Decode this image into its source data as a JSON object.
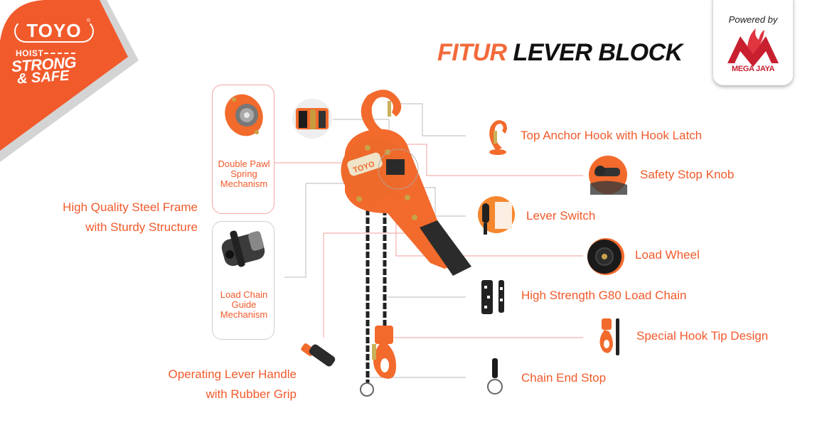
{
  "brand": {
    "logo_name": "TOYO",
    "logo_registered": "®",
    "logo_tag_line1": "HOIST",
    "logo_tag_line2": "STRONG",
    "logo_tag_line3": "& SAFE",
    "colors": {
      "orange": "#f15a2b",
      "light_gray": "#d4d4d4",
      "title_black": "#111111",
      "megajaya_red": "#c8202f"
    }
  },
  "powered_by": {
    "label": "Powered by",
    "company": "MEGA JAYA"
  },
  "title": {
    "highlight": "FITUR",
    "rest": "LEVER BLOCK"
  },
  "left_features": {
    "steel_frame_line1": "High Quality Steel Frame",
    "steel_frame_line2": "with Sturdy Structure",
    "lever_handle_line1": "Operating Lever Handle",
    "lever_handle_line2": "with Rubber Grip"
  },
  "cards": {
    "double_pawl_line1": "Double Pawl",
    "double_pawl_line2": "Spring",
    "double_pawl_line3": "Mechanism",
    "chain_guide_line1": "Load Chain",
    "chain_guide_line2": "Guide",
    "chain_guide_line3": "Mechanism"
  },
  "right_features": [
    {
      "label": "Top Anchor Hook with Hook Latch",
      "icon": "top-hook-icon"
    },
    {
      "label": "Safety Stop Knob",
      "icon": "safety-knob-icon"
    },
    {
      "label": "Lever Switch",
      "icon": "lever-switch-icon"
    },
    {
      "label": "Load Wheel",
      "icon": "load-wheel-icon"
    },
    {
      "label": "High Strength G80 Load Chain",
      "icon": "load-chain-icon"
    },
    {
      "label": "Special Hook Tip Design",
      "icon": "bottom-hook-icon"
    },
    {
      "label": "Chain End Stop",
      "icon": "chain-end-stop-icon"
    }
  ]
}
